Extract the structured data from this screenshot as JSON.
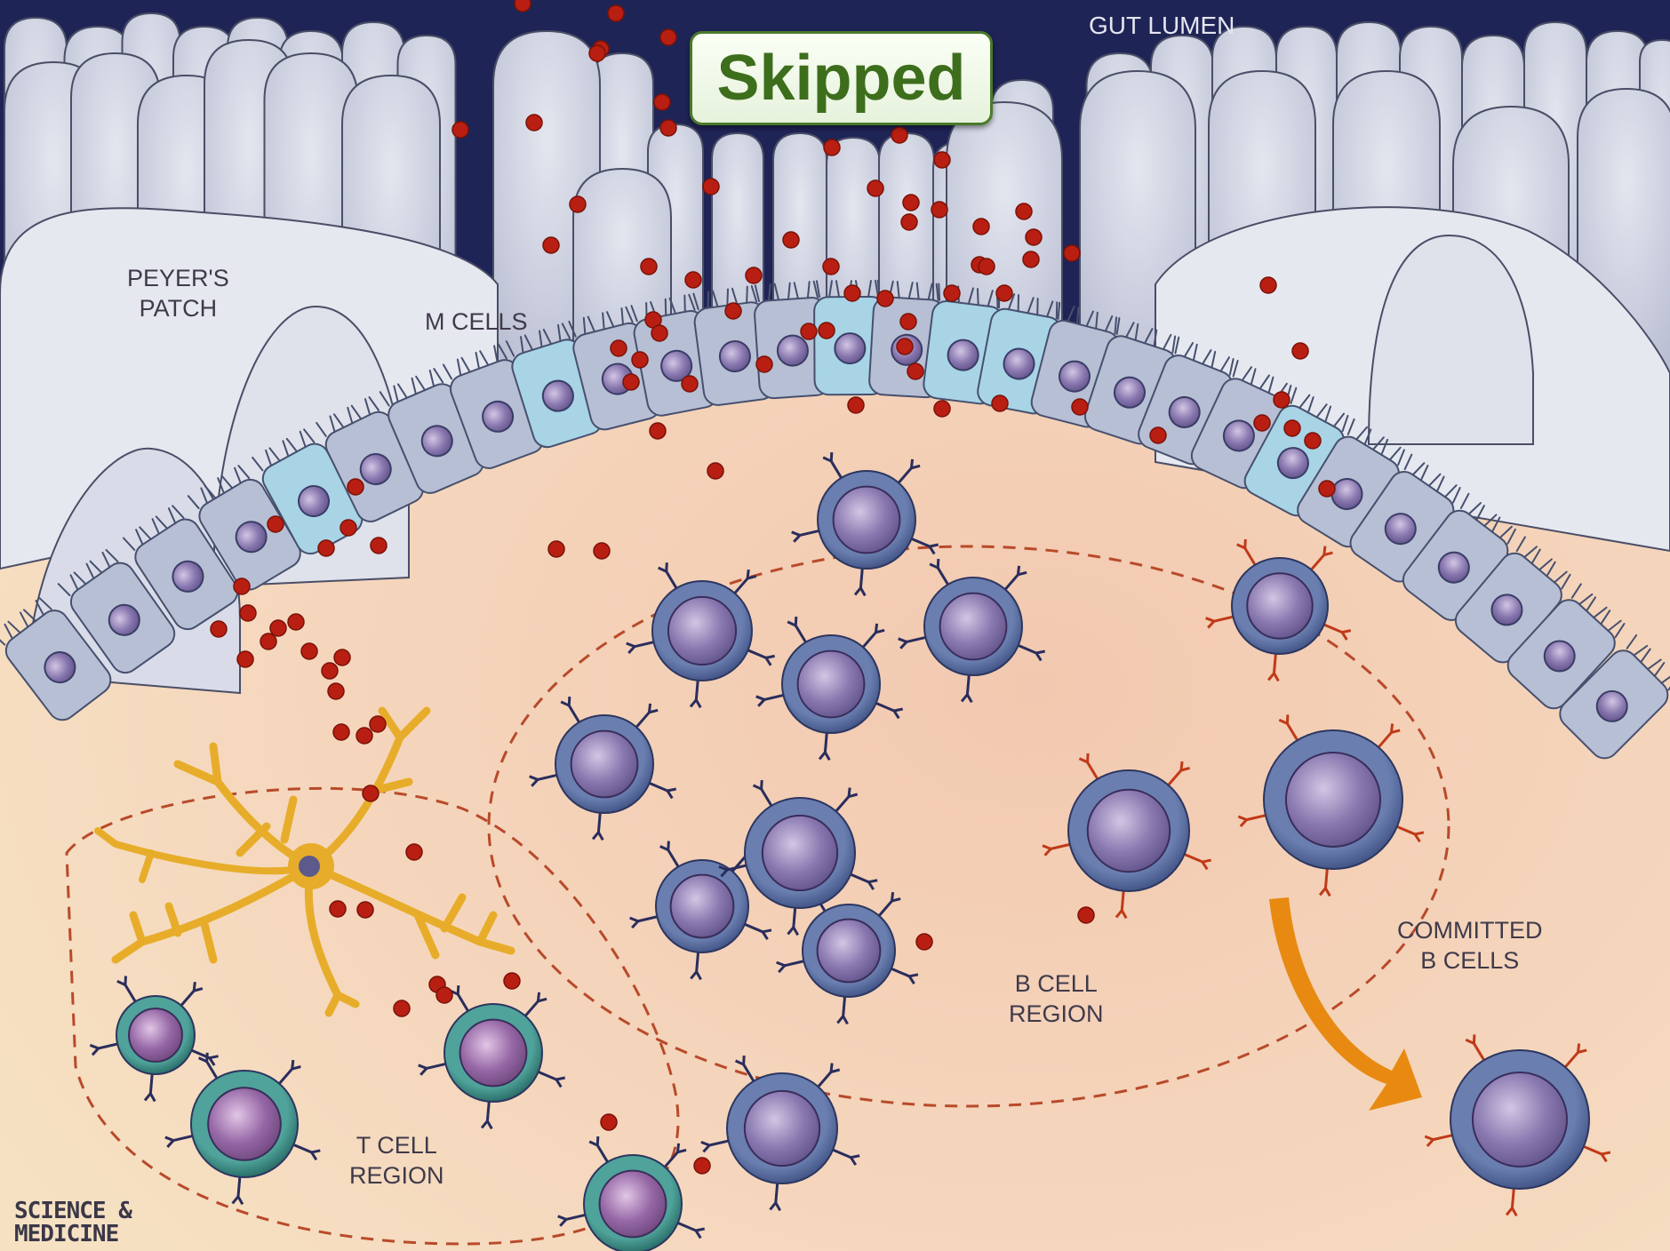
{
  "labels": {
    "gut_lumen": "GUT LUMEN",
    "peyers_patch": [
      "PEYER'S",
      "PATCH"
    ],
    "m_cells": "M CELLS",
    "b_cell_region": [
      "B CELL",
      "REGION"
    ],
    "committed_b_cells": [
      "COMMITTED",
      "B CELLS"
    ],
    "t_cell_region": [
      "T CELL",
      "REGION"
    ],
    "credit": [
      "SCIENCE &",
      "MEDICINE"
    ]
  },
  "badge": {
    "text": "Skipped"
  },
  "colors": {
    "lumen": "#1f2456",
    "villus": "#c7cbdc",
    "villus_outline": "#4a4e66",
    "epithelium": "#b7bfd4",
    "m_cell": "#a8d4e6",
    "tissue": "#f4cdb1",
    "antigen": "#b81f12",
    "b_cell": "#5a6d9c",
    "t_cell": "#3f8f87",
    "nucleus": "#7e6aa6",
    "dendritic_cell": "#e7ad2a",
    "arrow": "#e88a12",
    "receptor_blue": "#2a2d5c",
    "receptor_red": "#c03a18",
    "badge_text": "#3d6e1c"
  }
}
